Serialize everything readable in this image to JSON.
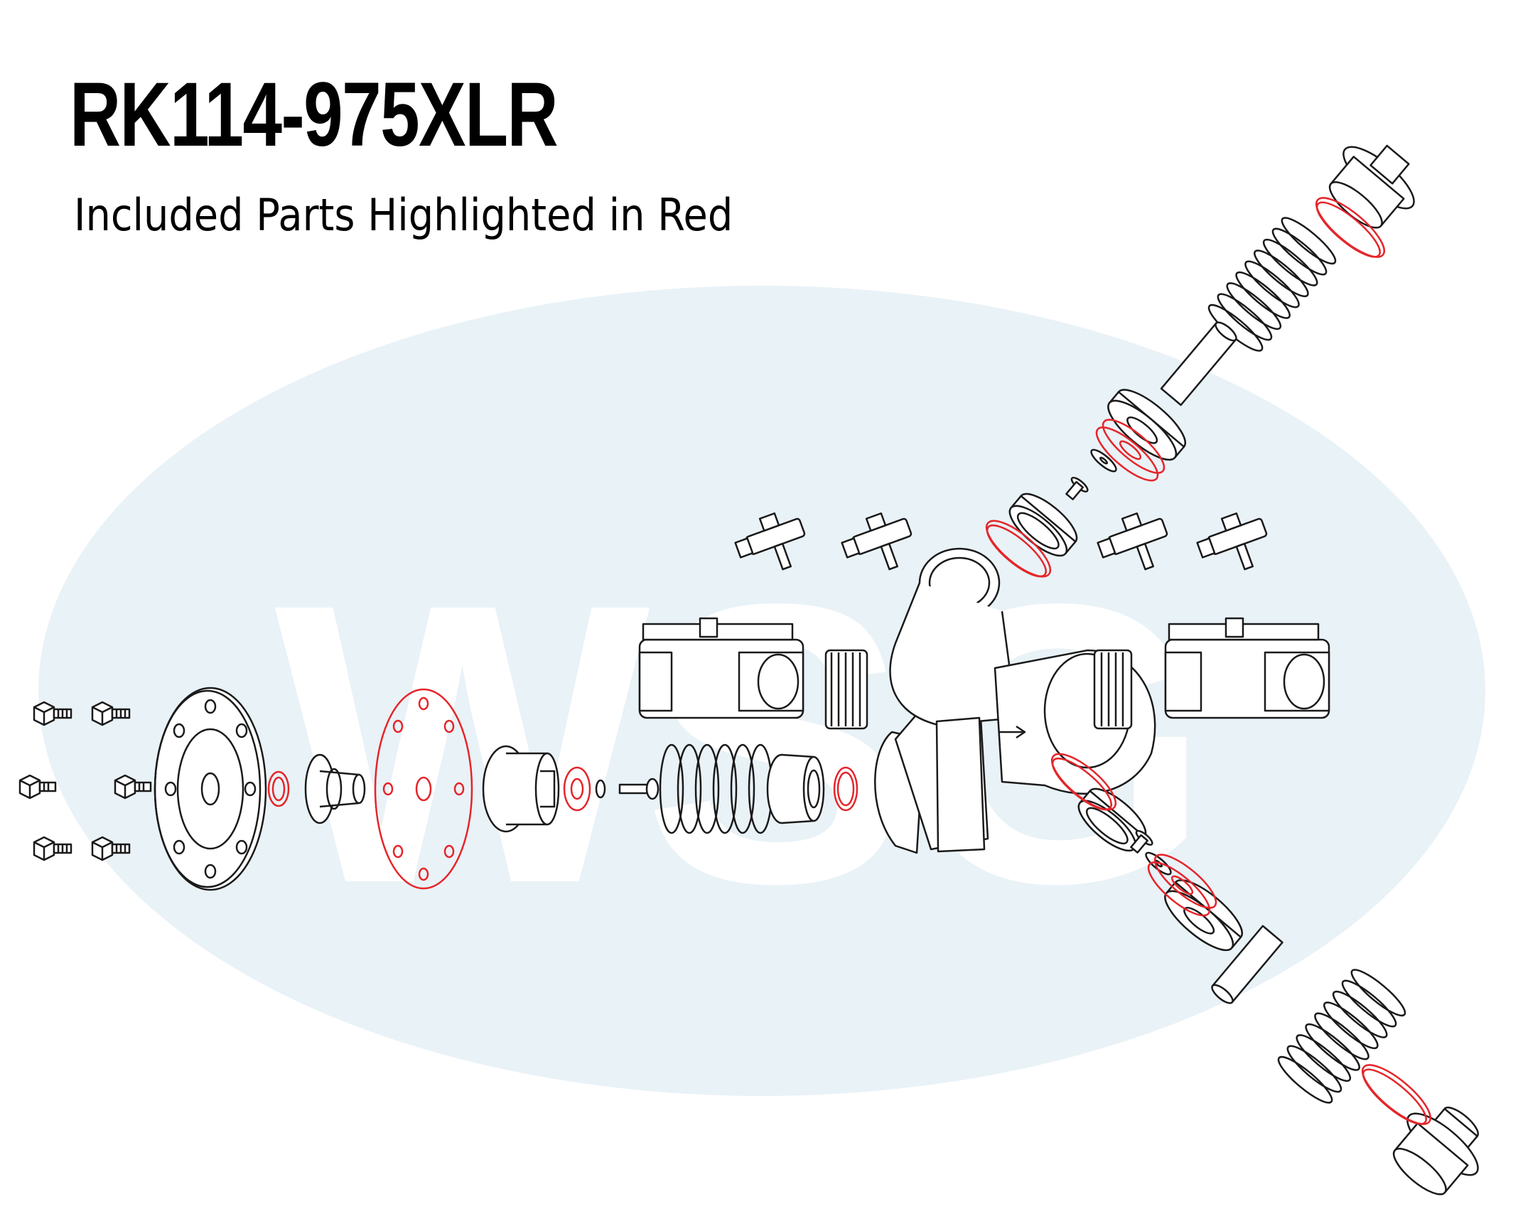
{
  "header": {
    "title": "RK114-975XLR",
    "subtitle": "Included Parts Highlighted in Red"
  },
  "watermark": {
    "text": "WSG"
  },
  "colors": {
    "included_part": "#e5252a",
    "outline": "#1a1a1a",
    "watermark_ellipse": "#e9f2f7",
    "watermark_text": "#ffffff"
  }
}
